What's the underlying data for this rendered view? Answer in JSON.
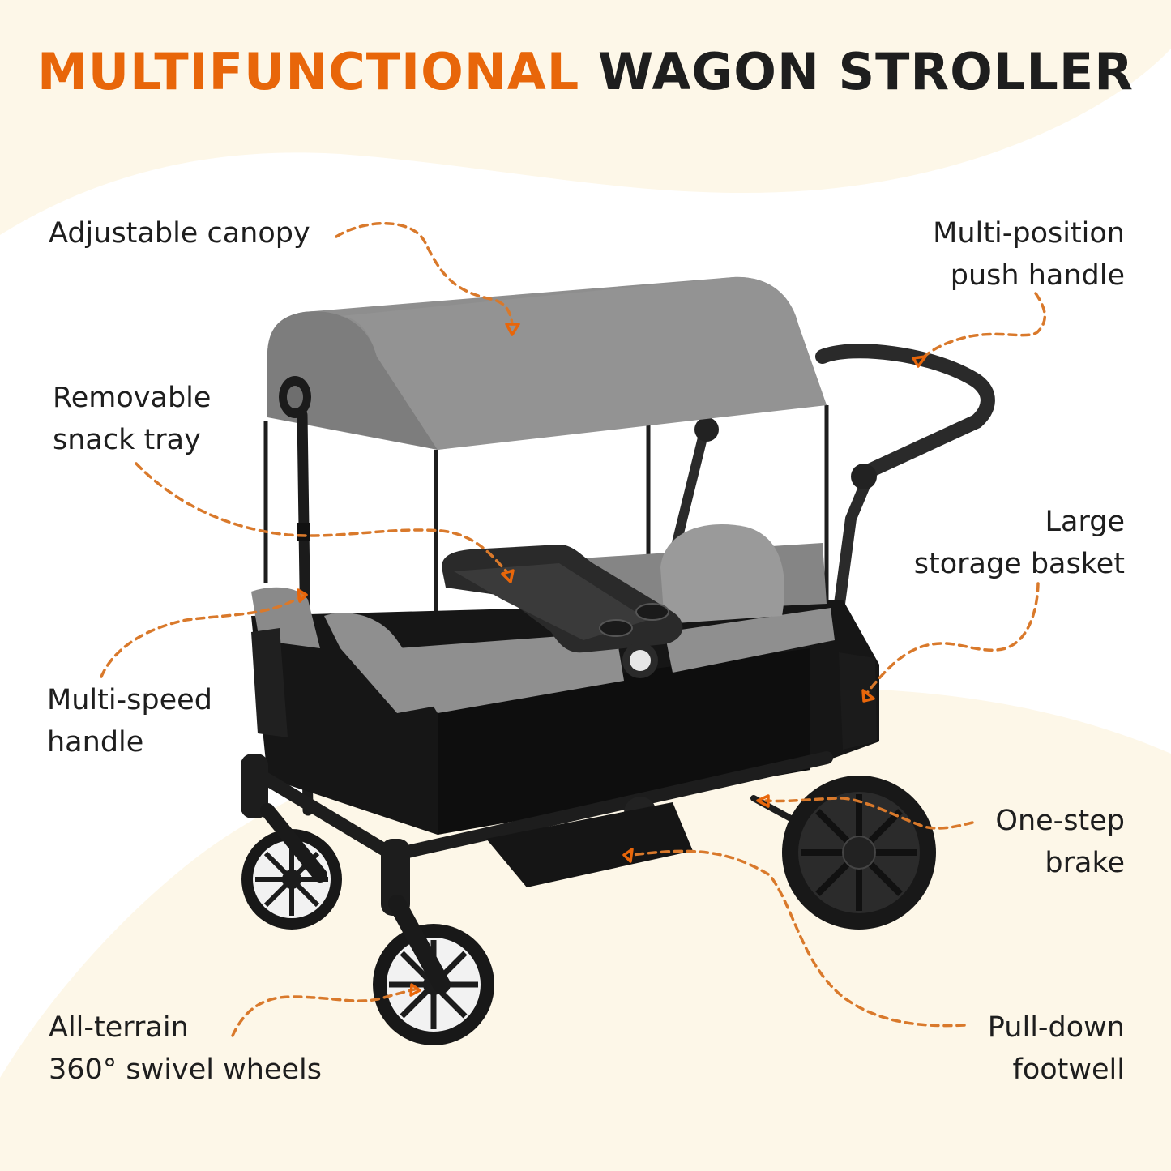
{
  "title": {
    "accent": "MULTIFUNCTIONAL",
    "rest": "WAGON STROLLER"
  },
  "colors": {
    "accent": "#E8660A",
    "callout_line": "#D9792B",
    "text": "#1e1e1e",
    "background_cream": "#FDF7E8",
    "background_white": "#FFFFFF"
  },
  "features": [
    {
      "id": "canopy",
      "lines": [
        "Adjustable canopy"
      ]
    },
    {
      "id": "push-handle",
      "lines": [
        "Multi-position",
        "push handle"
      ]
    },
    {
      "id": "snack-tray",
      "lines": [
        "Removable",
        "snack tray"
      ]
    },
    {
      "id": "storage-basket",
      "lines": [
        "Large",
        "storage basket"
      ]
    },
    {
      "id": "multi-speed-handle",
      "lines": [
        "Multi-speed",
        "handle"
      ]
    },
    {
      "id": "brake",
      "lines": [
        "One-step",
        "brake"
      ]
    },
    {
      "id": "swivel-wheels",
      "lines": [
        "All-terrain",
        "360° swivel wheels"
      ]
    },
    {
      "id": "footwell",
      "lines": [
        "Pull-down",
        "footwell"
      ]
    }
  ]
}
